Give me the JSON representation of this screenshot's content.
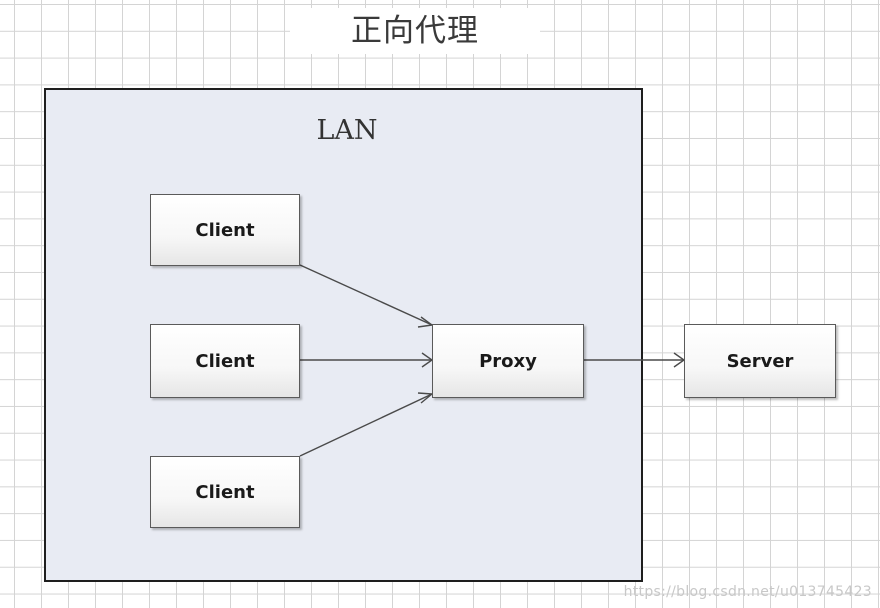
{
  "title": "正向代理",
  "lan_label": "LAN",
  "nodes": {
    "client_1": "Client",
    "client_2": "Client",
    "client_3": "Client",
    "proxy": "Proxy",
    "server": "Server"
  },
  "edges": [
    {
      "from": "Client",
      "to": "Proxy"
    },
    {
      "from": "Client",
      "to": "Proxy"
    },
    {
      "from": "Client",
      "to": "Proxy"
    },
    {
      "from": "Proxy",
      "to": "Server"
    }
  ],
  "watermark": "https://blog.csdn.net/u013745423",
  "colors": {
    "lan_fill": "#e8ebf3",
    "grid": "#d4d4d4",
    "node_border": "#5a5a5a"
  }
}
